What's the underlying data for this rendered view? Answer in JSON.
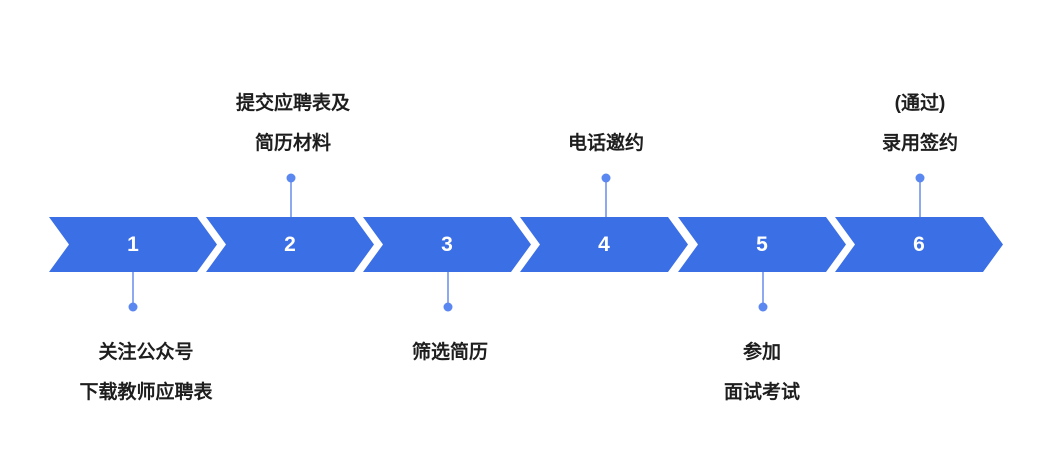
{
  "colors": {
    "arrow_blue": "#3B6FE6",
    "connector_line": "#8FA9F1",
    "connector_dot": "#5B87F0",
    "label_text": "#1E1E1E",
    "number_text": "#FFFFFF"
  },
  "diagram": {
    "type": "process-flow-chevron",
    "direction": "left-to-right"
  },
  "steps": [
    {
      "number": "1",
      "labels": [
        "关注公众号",
        "下载教师应聘表"
      ],
      "label_position": "below"
    },
    {
      "number": "2",
      "labels": [
        "提交应聘表及",
        "简历材料"
      ],
      "label_position": "above"
    },
    {
      "number": "3",
      "labels": [
        "筛选简历"
      ],
      "label_position": "below"
    },
    {
      "number": "4",
      "labels": [
        "电话邀约"
      ],
      "label_position": "above"
    },
    {
      "number": "5",
      "labels": [
        "参加",
        "面试考试"
      ],
      "label_position": "below"
    },
    {
      "number": "6",
      "labels": [
        "(通过)",
        "录用签约"
      ],
      "label_position": "above"
    }
  ]
}
